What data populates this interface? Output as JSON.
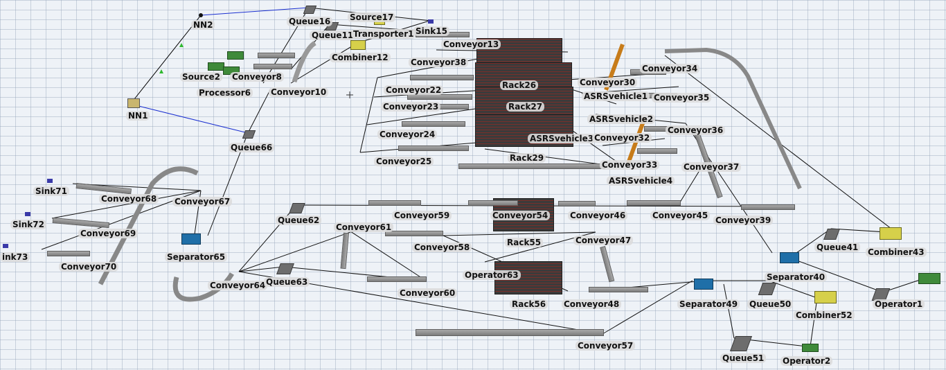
{
  "labels": {
    "nn2": "NN2",
    "nn1": "NN1",
    "queue16": "Queue16",
    "source17": "Source17",
    "queue11": "Queue11",
    "transporter1": "Transporter1",
    "sink15": "Sink15",
    "conveyor13": "Conveyor13",
    "combiner12": "Combiner12",
    "source2": "Source2",
    "conveyor8": "Conveyor8",
    "processor6": "Processor6",
    "conveyor10": "Conveyor10",
    "conveyor38": "Conveyor38",
    "conveyor34": "Conveyor34",
    "rack26": "Rack26",
    "conveyor30": "Conveyor30",
    "asrsvehicle1": "ASRSvehicle1",
    "conveyor22": "Conveyor22",
    "conveyor35": "Conveyor35",
    "conveyor23": "Conveyor23",
    "rack27": "Rack27",
    "asrsvehicle2": "ASRSvehicle2",
    "conveyor36": "Conveyor36",
    "conveyor24": "Conveyor24",
    "asrsvehicle3": "ASRSvehicle3",
    "conveyor32": "Conveyor32",
    "queue66": "Queue66",
    "conveyor25": "Conveyor25",
    "rack29": "Rack29",
    "conveyor33": "Conveyor33",
    "conveyor37": "Conveyor37",
    "asrsvehicle4": "ASRSvehicle4",
    "sink71": "Sink71",
    "conveyor68": "Conveyor68",
    "conveyor67": "Conveyor67",
    "sink72": "Sink72",
    "conveyor69": "Conveyor69",
    "sink73": "ink73",
    "conveyor70": "Conveyor70",
    "separator65": "Separator65",
    "queue62": "Queue62",
    "conveyor61": "Conveyor61",
    "conveyor59": "Conveyor59",
    "conveyor54": "Conveyor54",
    "conveyor46": "Conveyor46",
    "conveyor45": "Conveyor45",
    "conveyor39": "Conveyor39",
    "conveyor58": "Conveyor58",
    "rack55": "Rack55",
    "conveyor47": "Conveyor47",
    "queue41": "Queue41",
    "combiner43": "Combiner43",
    "conveyor64": "Conveyor64",
    "queue63": "Queue63",
    "operator63": "Operator63",
    "separator40": "Separator40",
    "conveyor60": "Conveyor60",
    "rack56": "Rack56",
    "conveyor48": "Conveyor48",
    "separator49": "Separator49",
    "queue50": "Queue50",
    "operator1": "Operator1",
    "combiner52": "Combiner52",
    "conveyor57": "Conveyor57",
    "queue51": "Queue51",
    "operator2": "Operator2"
  },
  "colors": {
    "background": "#eef2f7",
    "grid": "#96a5b9",
    "connector": "#000000",
    "network_path": "#1a2fd0",
    "network_arrow": "#2fb82f",
    "rack": "#3b3b3b",
    "separator": "#1f6fa8",
    "combiner": "#d6d04a",
    "crane": "#c77c1a"
  }
}
